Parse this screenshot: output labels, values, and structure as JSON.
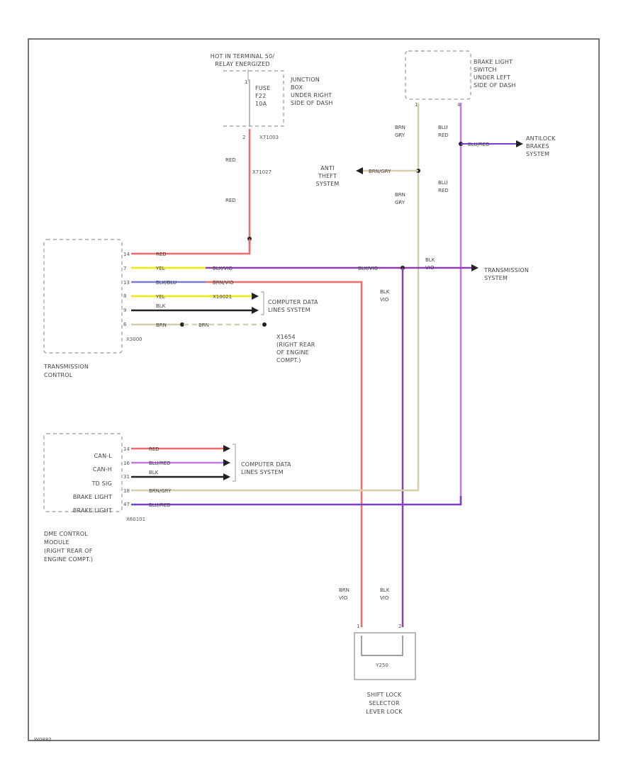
{
  "diagram": {
    "hot_label_1": "HOT IN TERMINAL 50/",
    "hot_label_2": "RELAY ENERGIZED",
    "fuse": {
      "line1": "FUSE",
      "line2": "F22",
      "line3": "10A",
      "node": "X71003",
      "node2": "X71027",
      "top_pin": "1",
      "bottom_pin": "2"
    },
    "junction_box": {
      "line1": "JUNCTION",
      "line2": "BOX",
      "line3": "UNDER RIGHT",
      "line4": "SIDE OF DASH"
    },
    "brake_switch": {
      "line1": "BRAKE LIGHT",
      "line2": "SWITCH",
      "line3": "UNDER LEFT",
      "line4": "SIDE OF DASH",
      "pin_left": "1",
      "pin_right": "4"
    },
    "antilock": {
      "line1": "ANTILOCK",
      "line2": "BRAKES",
      "line3": "SYSTEM",
      "wire": "BLU/RED"
    },
    "antitheft": {
      "line1": "ANTI",
      "line2": "THEFT",
      "line3": "SYSTEM",
      "wire": "BRN/GRY"
    },
    "trans_system": {
      "line1": "TRANSMISSION",
      "line2": "SYSTEM",
      "wire": "BLK/VIO"
    },
    "comp_data_1": {
      "line1": "COMPUTER DATA",
      "line2": "LINES SYSTEM"
    },
    "comp_data_2": {
      "line1": "COMPUTER DATA",
      "line2": "LINES SYSTEM"
    },
    "ground": {
      "line1": "X1654",
      "line2": "(RIGHT REAR",
      "line3": "OF ENGINE",
      "line4": "COMPT.)"
    },
    "tcm": {
      "line1": "TRANSMISSION",
      "line2": "CONTROL",
      "connector": "X3000"
    },
    "dme": {
      "line1": "DME CONTROL",
      "line2": "MODULE",
      "line3": "(RIGHT REAR OF",
      "line4": "ENGINE COMPT.)",
      "connector": "X60101",
      "pins": [
        "CAN-L",
        "CAN-H",
        "TD SIG",
        "BRAKE LIGHT",
        "BRAKE LIGHT"
      ]
    },
    "shift_lock": {
      "line1": "SHIFT LOCK",
      "line2": "SELECTOR",
      "line3": "LEVER LOCK",
      "part": "Y250",
      "pin1": "1",
      "pin2": "2"
    },
    "wires": {
      "red": "RED",
      "yel": "YEL",
      "blu_red": "BLU/RED",
      "blk": "BLK",
      "brn": "BRN",
      "brn_gry": "BRN/GRY",
      "blk_vio": "BLK/VIO",
      "yel_grn": "X10021",
      "brn2": "BRN",
      "blu": "BLU",
      "red2": "RED",
      "vio": "VIO",
      "gry": "GRY"
    },
    "tcm_pins": [
      "14",
      "7",
      "13",
      "8",
      "9",
      "6"
    ],
    "tcm_wires": [
      "RED",
      "YEL",
      "BLK/BLU",
      "YEL",
      "BLK",
      "BRN"
    ],
    "tcm_far": [
      "",
      "BLK/VIO",
      "BRN/VIO",
      "X10021",
      "",
      "BRN"
    ],
    "dme_pins": [
      "14",
      "16",
      "31",
      "18",
      "47"
    ],
    "dme_wires": [
      "RED",
      "BLU/RED",
      "BLK",
      "BRN/GRY",
      "BLU/RED"
    ],
    "labels": {
      "red_vert_1": "RED",
      "red_vert_2": "RED",
      "brn_gry_1a": "BRN",
      "brn_gry_1b": "GRY",
      "brn_gry_2a": "BRN",
      "brn_gry_2b": "GRY",
      "blu_red_1a": "BLU",
      "blu_red_1b": "RED",
      "blu_red_2a": "BLU",
      "blu_red_2b": "RED",
      "blk_vio_a": "BLK",
      "blk_vio_b": "VIO",
      "blk_vio_tr_a": "BLK",
      "blk_vio_tr_b": "VIO",
      "brn_vio_a": "BRN",
      "brn_vio_b": "VIO",
      "blk_vio_2a": "BLK",
      "blk_vio_2b": "VIO"
    },
    "footer": "W0882"
  },
  "colors": {
    "red": "#f26a6a",
    "yellow": "#ecec00",
    "violet": "#b455d8",
    "blue_violet": "#7a3fd1",
    "black": "#222222",
    "tan": "#d6cfae",
    "gray": "#999999"
  }
}
